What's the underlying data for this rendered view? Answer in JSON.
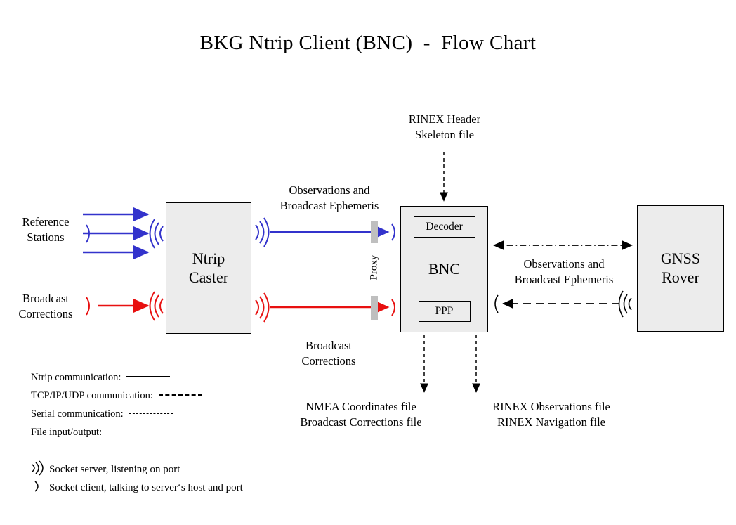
{
  "title": "BKG Ntrip Client (BNC)  -  Flow Chart",
  "nodes": {
    "ntrip_caster": "Ntrip\nCaster",
    "bnc": "BNC",
    "bnc_decoder": "Decoder",
    "bnc_ppp": "PPP",
    "gnss_rover": "GNSS\nRover",
    "proxy": "Proxy"
  },
  "labels": {
    "reference_stations": "Reference\nStations",
    "broadcast_corrections_in": "Broadcast\nCorrections",
    "obs_and_ephemeris_left": "Observations and\nBroadcast Ephemeris",
    "broadcast_corrections_mid": "Broadcast\nCorrections",
    "rinex_header_skeleton": "RINEX Header\nSkeleton file",
    "obs_and_ephemeris_right": "Observations and\nBroadcast Ephemeris",
    "nmea_output": "NMEA Coordinates file\nBroadcast Corrections file",
    "rinex_output": "RINEX Observations file\nRINEX Navigation file"
  },
  "legend": {
    "lines": [
      {
        "label": "Ntrip communication:",
        "style": "solid"
      },
      {
        "label": "TCP/IP/UDP communication:",
        "style": "dash-long"
      },
      {
        "label": "Serial communication:",
        "style": "dash-mid"
      },
      {
        "label": "File input/output:",
        "style": "dot-fine"
      }
    ],
    "sockets": [
      {
        "glyph": "socket-server-icon",
        "label": "Socket server, listening on port"
      },
      {
        "glyph": "socket-client-icon",
        "label": "Socket client, talking to server‘s host and port"
      }
    ]
  },
  "colors": {
    "ntrip_blue": "#3333cc",
    "correction_red": "#e81010",
    "node_fill": "#ececec",
    "node_border": "#000000",
    "proxy_bar": "#bfbfbf",
    "background": "#ffffff"
  }
}
